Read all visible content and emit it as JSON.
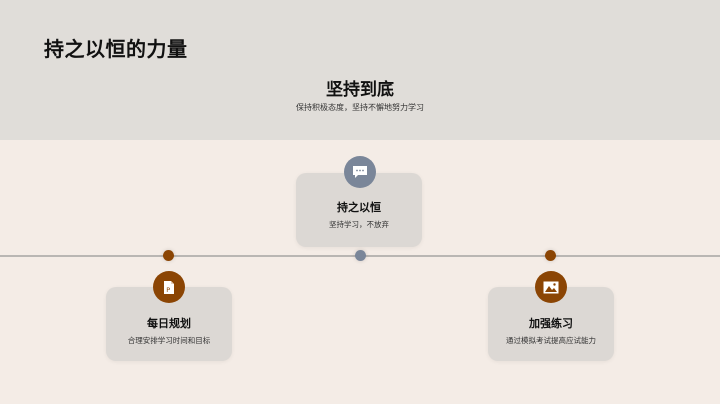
{
  "header": {
    "title": "持之以恒的力量",
    "hero_title": "坚持到底",
    "hero_subtitle": "保持积极态度，坚持不懈地努力学习"
  },
  "colors": {
    "header_bg": "#e0ddd9",
    "body_bg": "#f4ece6",
    "accent_brown": "#8b4504",
    "accent_slate": "#7a8699",
    "card_bg": "#dcd8d4",
    "timeline": "#b9b6b3"
  },
  "milestones": [
    {
      "title": "每日规划",
      "subtitle": "合理安排学习时间和目标",
      "icon": "document-p-icon",
      "position": "below"
    },
    {
      "title": "持之以恒",
      "subtitle": "坚持学习，不放弃",
      "icon": "chat-bubble-icon",
      "position": "above"
    },
    {
      "title": "加强练习",
      "subtitle": "通过模拟考试提高应试能力",
      "icon": "image-icon",
      "position": "below"
    }
  ]
}
